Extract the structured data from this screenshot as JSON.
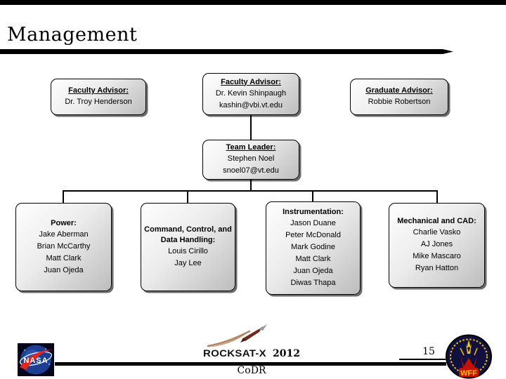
{
  "slide": {
    "title": "Management",
    "page_number": "15"
  },
  "org_chart": {
    "boxes": [
      {
        "heading": "Faculty Advisor:",
        "lines": [
          "Dr. Troy Henderson"
        ]
      },
      {
        "heading": "Faculty Advisor:",
        "lines": [
          "Dr. Kevin Shinpaugh",
          "kashin@vbi.vt.edu"
        ]
      },
      {
        "heading": "Graduate Advisor:",
        "lines": [
          "Robbie Robertson"
        ]
      },
      {
        "heading": "Team Leader:",
        "lines": [
          "Stephen Noel",
          "snoel07@vt.edu"
        ]
      },
      {
        "heading": "Power:",
        "lines": [
          "Jake Aberman",
          "Brian McCarthy",
          "Matt Clark",
          "Juan Ojeda"
        ]
      },
      {
        "heading": "Command, Control, and Data Handling:",
        "lines": [
          "Louis Cirillo",
          "Jay Lee"
        ]
      },
      {
        "heading": "Instrumentation:",
        "lines": [
          "Jason Duane",
          "Peter McDonald",
          "Mark Godine",
          "Matt Clark",
          "Juan Ojeda",
          "Diwas Thapa"
        ]
      },
      {
        "heading": "Mechanical and CAD:",
        "lines": [
          "Charlie Vasko",
          "AJ Jones",
          "Mike Mascaro",
          "Ryan Hatton"
        ]
      }
    ]
  },
  "footer": {
    "program": "ROCKSAT-X",
    "year": "2012",
    "review": "CoDR",
    "nasa_text": "NASA",
    "wff_text": "WFF"
  },
  "colors": {
    "accent_bar": "#000000",
    "box_border": "#000000",
    "box_gradient_top": "#fefefe",
    "box_gradient_bottom": "#bdbdbd",
    "nasa_blue": "#1c3f94",
    "nasa_red": "#e2261f",
    "wff_navy": "#11113f",
    "wff_yellow": "#f5c400",
    "wff_red": "#c41200"
  }
}
